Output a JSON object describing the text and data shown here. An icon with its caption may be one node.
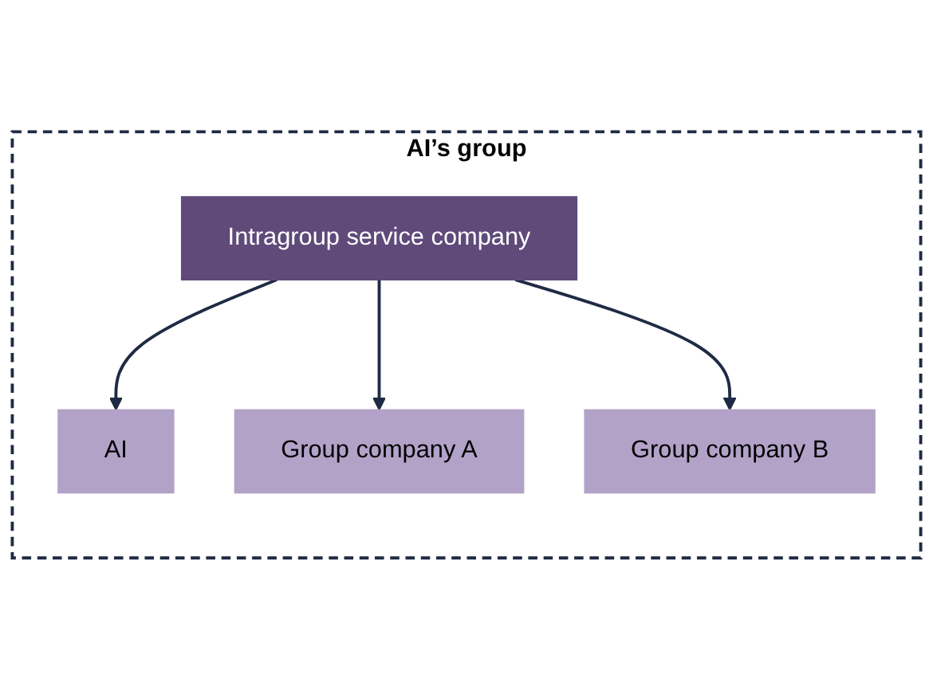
{
  "diagram": {
    "nodes": [
      {
        "text": [
          "AI’s group"
        ]
      },
      {
        "text": [
          "AI"
        ],
        "in": 0
      },
      {
        "text": [
          "Group company A"
        ],
        "in": 0
      },
      {
        "text": [
          "Intragroup service company"
        ],
        "in": 0
      },
      {
        "text": [
          "Group company B"
        ],
        "in": 0
      }
    ],
    "edges": [
      {
        "from": 3,
        "to": 2,
        "arrow": "to"
      },
      {
        "from": 3,
        "to": 1,
        "arrow": "to"
      },
      {
        "from": 3,
        "to": 4,
        "arrow": "to"
      }
    ]
  }
}
